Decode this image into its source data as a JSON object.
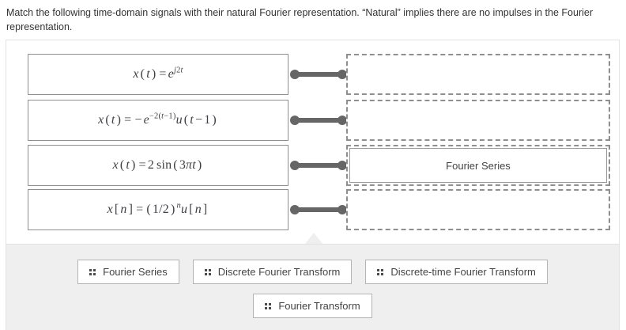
{
  "prompt": "Match the following time-domain signals with their natural Fourier representation. “Natural” implies there are no impulses in the Fourier representation.",
  "colors": {
    "page_background": "#ffffff",
    "bank_background": "#efefef",
    "panel_border": "#e3e3e3",
    "box_border": "#8f8f8f",
    "dropzone_border": "#8f8f8f",
    "connector": "#666666",
    "text": "#444444",
    "math_text": "#3f3f46"
  },
  "rows": [
    {
      "stem_latex": "x(t) = e^{j2t}",
      "stem_plain": "x(t) = e^(j2t)",
      "connector_icon": "dumbbell-connector-icon",
      "dropzone_label": "",
      "filled": false
    },
    {
      "stem_latex": "x(t) = -e^{-2(t-1)}u(t-1)",
      "stem_plain": "x(t) = -e^(-2(t-1))u(t-1)",
      "connector_icon": "dumbbell-connector-icon",
      "dropzone_label": "",
      "filled": false
    },
    {
      "stem_latex": "x(t) = 2\\sin(3\\pi t)",
      "stem_plain": "x(t) = 2 sin(3πt)",
      "connector_icon": "dumbbell-connector-icon",
      "dropzone_label": "Fourier Series",
      "filled": true
    },
    {
      "stem_latex": "x[n] = (1/2)^{n}u[n]",
      "stem_plain": "x[n] = (1/2)^n u[n]",
      "connector_icon": "dumbbell-connector-icon",
      "dropzone_label": "",
      "filled": false
    }
  ],
  "answer_bank": {
    "drag_handle_icon": "drag-grip-icon",
    "rows": [
      [
        {
          "label": "Fourier Series"
        },
        {
          "label": "Discrete Fourier Transform"
        },
        {
          "label": "Discrete-time Fourier Transform"
        }
      ],
      [
        {
          "label": "Fourier Transform"
        }
      ]
    ]
  }
}
